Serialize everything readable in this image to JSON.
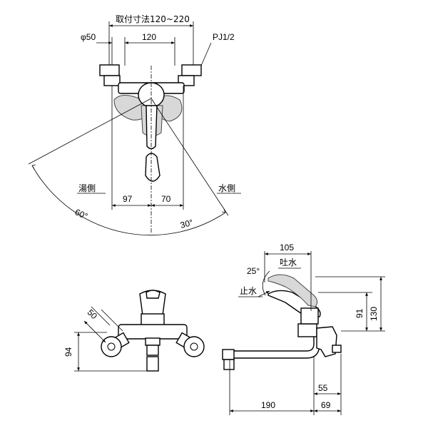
{
  "top_view": {
    "mount_range": "取付寸法120~220",
    "pipe_dia": "φ50",
    "center_distance": "120",
    "pipe_thread": "PJ1/2",
    "hot_side": "湯側",
    "cold_side": "水側",
    "dim_left": "97",
    "dim_right": "70",
    "angle_left": "60°",
    "angle_right": "30°"
  },
  "front_view": {
    "dim_50": "50",
    "dim_94": "94"
  },
  "side_view": {
    "dim_105": "105",
    "spout": "吐水",
    "angle": "25°",
    "stop": "止水",
    "dim_91": "91",
    "dim_130": "130",
    "dim_55": "55",
    "dim_190": "190",
    "dim_69": "69"
  }
}
